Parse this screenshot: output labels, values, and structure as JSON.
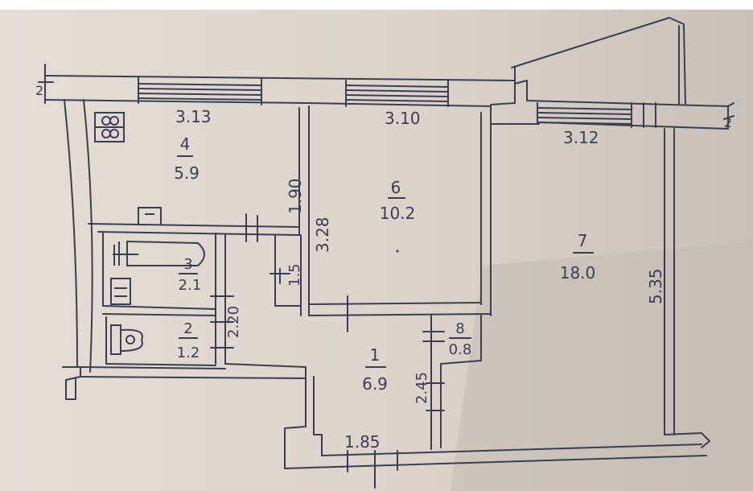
{
  "plan": {
    "ink_color": "#3b3e52",
    "paper_color": "#ddd5cb",
    "shadow_color": "#c9c1b9",
    "rooms": [
      {
        "number": "1",
        "area": "6.9"
      },
      {
        "number": "2",
        "area": "1.2"
      },
      {
        "number": "3",
        "area": "2.1"
      },
      {
        "number": "4",
        "area": "5.9"
      },
      {
        "number": "6",
        "area": "10.2"
      },
      {
        "number": "7",
        "area": "18.0"
      },
      {
        "number": "8",
        "area": "0.8"
      }
    ],
    "dimensions": {
      "room4_width": "3.13",
      "room6_width": "3.10",
      "room7_width": "3.12",
      "room4_depth": "1.90",
      "room6_depth": "3.28",
      "room7_depth": "5.35",
      "bath_length": "2.20",
      "corridor_length": "2.45",
      "hall_width": "1.85",
      "closet_size": "1.5"
    },
    "axis_marks": {
      "left": "2",
      "right": "2"
    },
    "fixture_icons": [
      "stove-icon",
      "sink-icon",
      "bathtub-icon",
      "toilet-icon"
    ]
  }
}
